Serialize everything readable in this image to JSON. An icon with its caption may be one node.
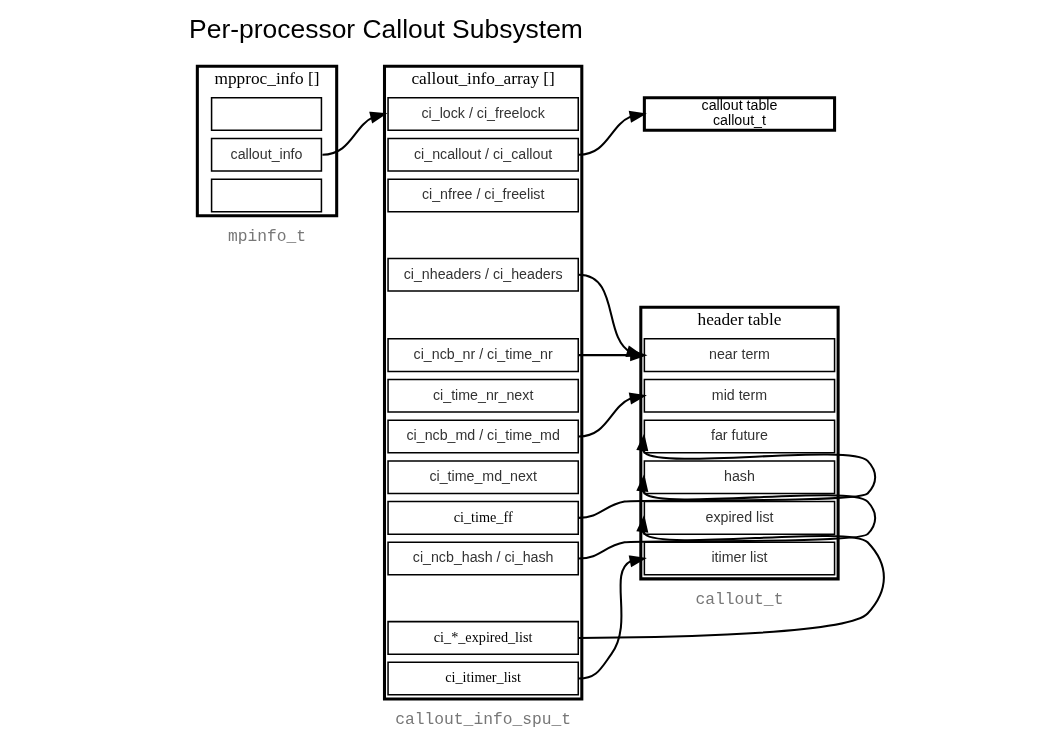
{
  "diagram": {
    "title": "Per-processor Callout Subsystem",
    "nodes": [
      {
        "text": [
          "mpproc_info []"
        ],
        "beside": [
          "mpinfo_t"
        ]
      },
      {
        "text": [],
        "shape": "box",
        "in": 0
      },
      {
        "text": [
          "callout_info"
        ],
        "in": 0
      },
      {
        "text": [],
        "shape": "box",
        "in": 0
      },
      {
        "text": [
          "callout_info_array []"
        ],
        "beside": [
          "callout_info_spu_t"
        ]
      },
      {
        "text": [
          "ci_lock / ci_freelock"
        ],
        "in": 4
      },
      {
        "text": [
          "ci_ncallout / ci_callout"
        ],
        "in": 4
      },
      {
        "text": [
          "ci_nfree / ci_freelist"
        ],
        "in": 4
      },
      {
        "text": [
          "ci_nheaders / ci_headers"
        ],
        "in": 4
      },
      {
        "text": [
          "ci_ncb_nr / ci_time_nr"
        ],
        "in": 4
      },
      {
        "text": [
          "ci_time_nr_next"
        ],
        "in": 4
      },
      {
        "text": [
          "ci_ncb_md / ci_time_md"
        ],
        "in": 4
      },
      {
        "text": [
          "ci_time_md_next"
        ],
        "in": 4
      },
      {
        "text": [
          "ci_time_ff"
        ],
        "in": 4
      },
      {
        "text": [
          "ci_ncb_hash / ci_hash"
        ],
        "in": 4
      },
      {
        "text": [
          "ci_*_expired_list"
        ],
        "in": 4
      },
      {
        "text": [
          "ci_itimer_list"
        ],
        "in": 4
      },
      {
        "text": [
          "callout table",
          "callout_t"
        ]
      },
      {
        "text": [
          "header table"
        ],
        "beside": [
          "callout_t"
        ]
      },
      {
        "text": [
          "near term"
        ],
        "in": 18
      },
      {
        "text": [
          "mid term"
        ],
        "in": 18
      },
      {
        "text": [
          "far future"
        ],
        "in": 18
      },
      {
        "text": [
          "hash"
        ],
        "in": 18
      },
      {
        "text": [
          "expired list"
        ],
        "in": 18
      },
      {
        "text": [
          "itimer list"
        ],
        "in": 18
      }
    ],
    "edges": [
      {
        "from": 2,
        "to": 4,
        "arrow": "to"
      },
      {
        "from": 6,
        "to": 17,
        "arrow": "to"
      },
      {
        "from": 8,
        "to": 18,
        "arrow": "to"
      },
      {
        "from": 9,
        "to": 19,
        "arrow": "to"
      },
      {
        "from": 11,
        "to": 20,
        "arrow": "to"
      },
      {
        "from": 13,
        "to": 21,
        "arrow": "to"
      },
      {
        "from": 14,
        "to": 22,
        "arrow": "to"
      },
      {
        "from": 15,
        "to": 23,
        "arrow": "to"
      },
      {
        "from": 16,
        "to": 24,
        "arrow": "to"
      }
    ]
  }
}
